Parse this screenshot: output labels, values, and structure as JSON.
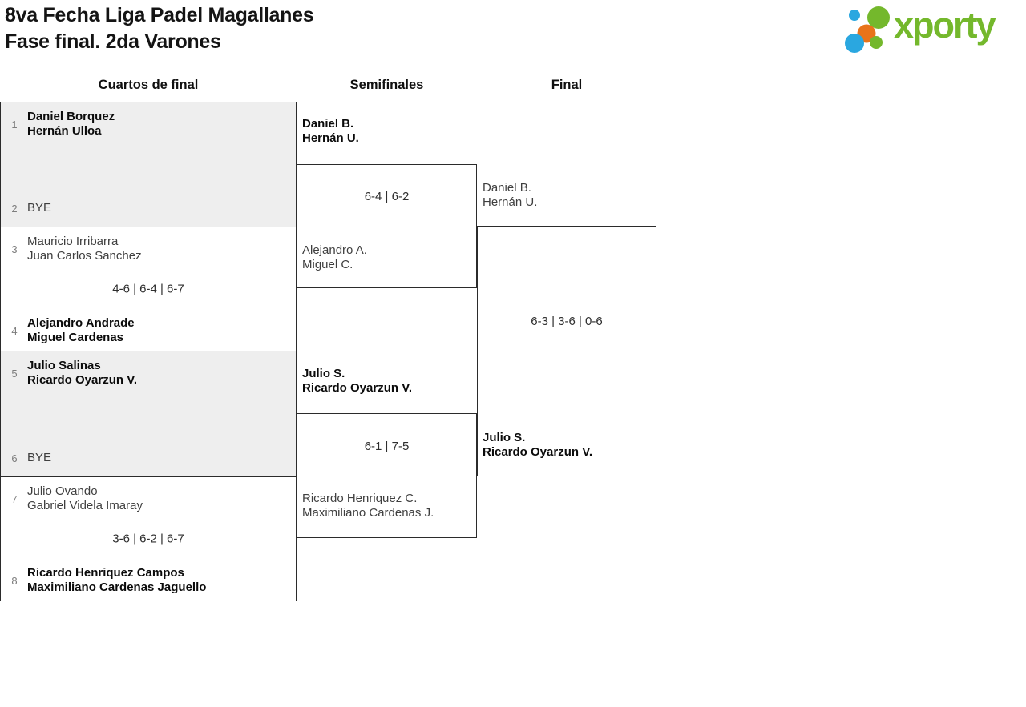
{
  "title": {
    "line1": "8va Fecha Liga Padel Magallanes",
    "line2": "Fase final. 2da Varones"
  },
  "logo": {
    "brand": "xporty",
    "colors": {
      "green": "#74b82c",
      "blue": "#2aa7e0",
      "orange": "#e8731a"
    }
  },
  "round_headers": {
    "quarterfinals": "Cuartos de final",
    "semifinals": "Semifinales",
    "final": "Final"
  },
  "quarterfinals": [
    {
      "seed_top": "1",
      "top": [
        "Daniel Borquez",
        "Hernán Ulloa"
      ],
      "top_winner": true,
      "seed_bottom": "2",
      "bottom": [
        "BYE"
      ],
      "bottom_winner": false
    },
    {
      "seed_top": "3",
      "top": [
        "Mauricio Irribarra",
        "Juan Carlos Sanchez"
      ],
      "top_winner": false,
      "score": "4-6 | 6-4 | 6-7",
      "seed_bottom": "4",
      "bottom": [
        "Alejandro Andrade",
        "Miguel Cardenas"
      ],
      "bottom_winner": true
    },
    {
      "seed_top": "5",
      "top": [
        "Julio Salinas",
        "Ricardo Oyarzun V."
      ],
      "top_winner": true,
      "seed_bottom": "6",
      "bottom": [
        "BYE"
      ],
      "bottom_winner": false
    },
    {
      "seed_top": "7",
      "top": [
        "Julio Ovando",
        "Gabriel Videla Imaray"
      ],
      "top_winner": false,
      "score": "3-6 | 6-2 | 6-7",
      "seed_bottom": "8",
      "bottom": [
        "Ricardo Henriquez Campos",
        "Maximiliano Cardenas Jaguello"
      ],
      "bottom_winner": true
    }
  ],
  "semifinals": [
    {
      "top": [
        "Daniel B.",
        "Hernán U."
      ],
      "top_winner": true,
      "score": "6-4 | 6-2",
      "bottom": [
        "Alejandro A.",
        "Miguel C."
      ],
      "bottom_winner": false
    },
    {
      "top": [
        "Julio S.",
        "Ricardo Oyarzun V."
      ],
      "top_winner": true,
      "score": "6-1 | 7-5",
      "bottom": [
        "Ricardo Henriquez C.",
        "Maximiliano Cardenas J."
      ],
      "bottom_winner": false
    }
  ],
  "final": {
    "top": [
      "Daniel B.",
      "Hernán U."
    ],
    "top_winner": false,
    "score": "6-3 | 3-6 | 0-6",
    "bottom": [
      "Julio S.",
      "Ricardo Oyarzun V."
    ],
    "bottom_winner": true
  }
}
